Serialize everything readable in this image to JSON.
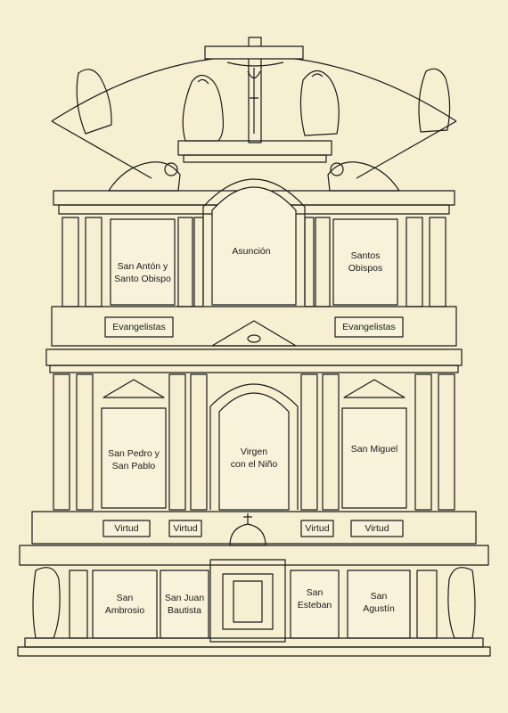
{
  "colors": {
    "paper": "#f6efd2",
    "ink": "#1a1a1a",
    "panel": "#f8f2da"
  },
  "labels": {
    "asuncion": "Asunción",
    "san_anton": "San Antón y\nSanto Obispo",
    "santos_obispos": "Santos\nObispos",
    "evangelistas_left": "Evangelistas",
    "evangelistas_right": "Evangelistas",
    "san_pedro": "San Pedro y\nSan Pablo",
    "virgen": "Virgen\ncon el Niño",
    "san_miguel": "San Miguel",
    "virtud_1": "Virtud",
    "virtud_2": "Virtud",
    "virtud_3": "Virtud",
    "virtud_4": "Virtud",
    "san_ambrosio": "San\nAmbrosio",
    "san_juan": "San Juan\nBautista",
    "san_esteban": "San\nEsteban",
    "san_agustin": "San\nAgustín"
  }
}
